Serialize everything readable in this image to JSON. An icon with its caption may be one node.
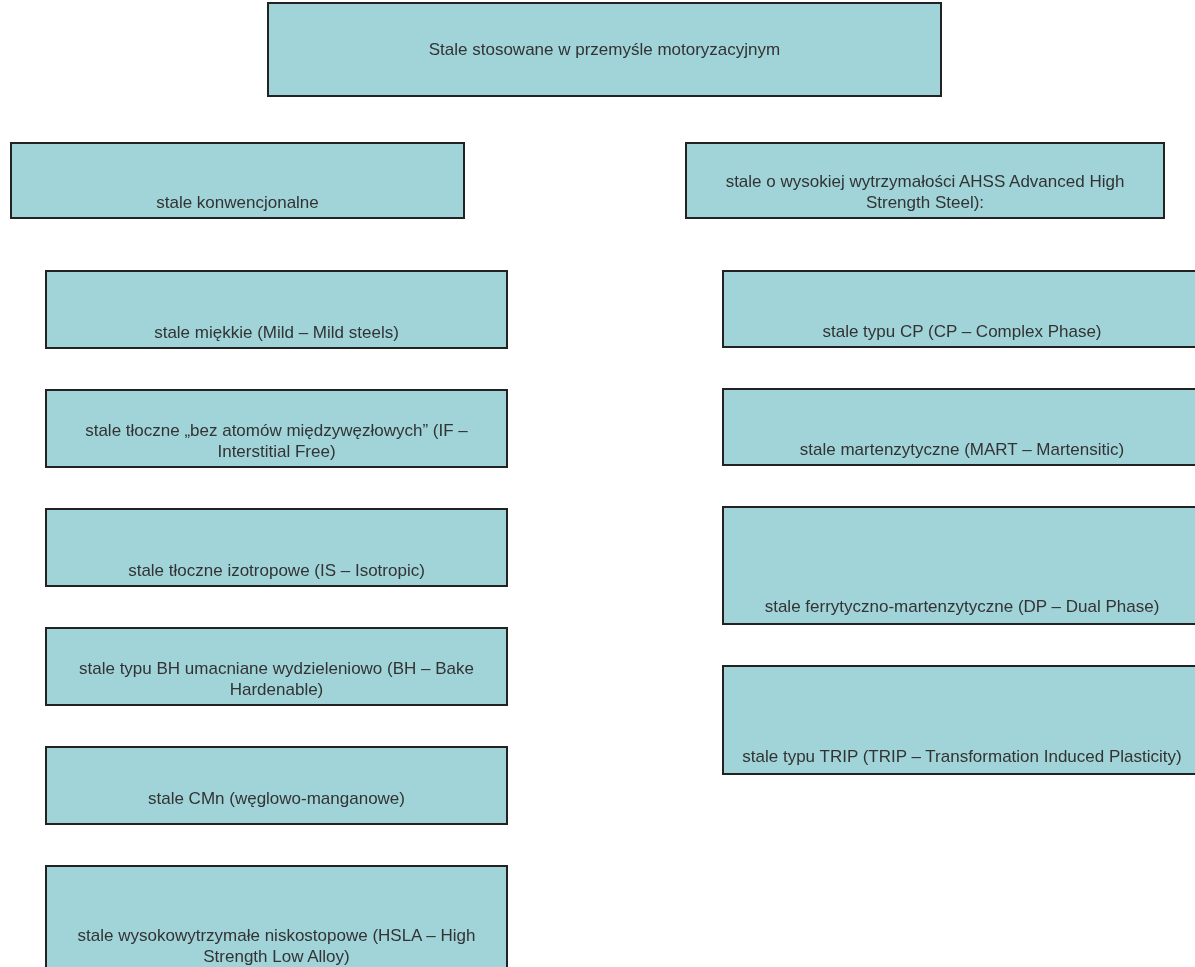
{
  "diagram": {
    "nodes": [
      {
        "text": [
          "Stale stosowane w przemyśle motoryzacyjnym"
        ]
      },
      {
        "text": [
          "stale konwencjonalne"
        ]
      },
      {
        "text": [
          "stale o wysokiej wytrzymałości AHSS Advanced High Strength Steel):"
        ]
      },
      {
        "text": [
          "stale miękkie (Mild – Mild steels)"
        ]
      },
      {
        "text": [
          "stale tłoczne „bez atomów międzywęzłowych” (IF – Interstitial Free)"
        ]
      },
      {
        "text": [
          "stale tłoczne izotropowe (IS – Isotropic)"
        ]
      },
      {
        "text": [
          "stale typu BH umacniane wydzieleniowo (BH – Bake Hardenable)"
        ]
      },
      {
        "text": [
          "stale CMn (węglowo-manganowe)"
        ]
      },
      {
        "text": [
          "stale wysokowytrzymałe niskostopowe (HSLA – High Strength Low Alloy)"
        ]
      },
      {
        "text": [
          "stale typu CP (CP – Complex Phase)"
        ]
      },
      {
        "text": [
          "stale martenzytyczne (MART – Martensitic)"
        ]
      },
      {
        "text": [
          "stale ferrytyczno-martenzytyczne (DP – Dual Phase)"
        ]
      },
      {
        "text": [
          "stale typu TRIP (TRIP – Transformation Induced Plasticity)"
        ]
      }
    ]
  }
}
